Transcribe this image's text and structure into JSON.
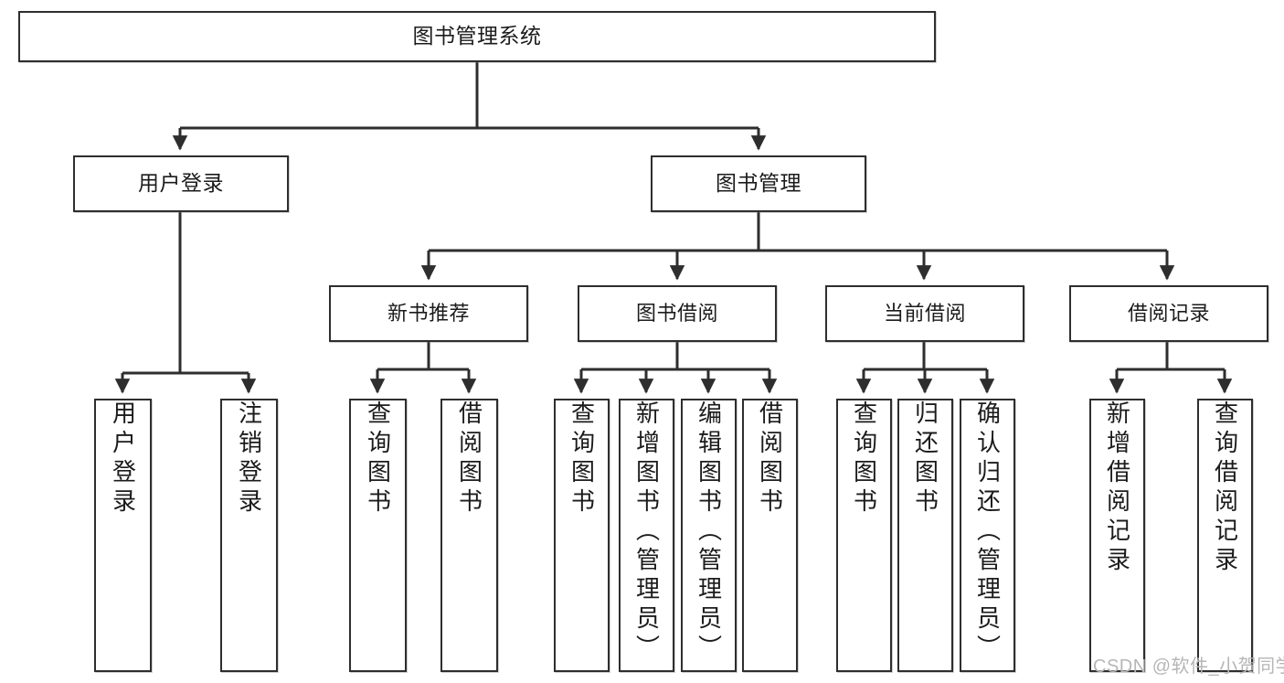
{
  "diagram": {
    "title": "图书管理系统",
    "watermark": "CSDN @软件_小贺同学",
    "colors": {
      "stroke": "#2e2e2e",
      "fill": "#ffffff",
      "text": "#1b1b1b",
      "watermark": "#b6b6b6"
    },
    "nodes": {
      "root": "图书管理系统",
      "l2": {
        "user_login": "用户登录",
        "book_manage": "图书管理"
      },
      "l3": {
        "new_book_rec": "新书推荐",
        "book_borrow": "图书借阅",
        "current_borrow": "当前借阅",
        "borrow_record": "借阅记录"
      },
      "leaves": {
        "user_login_1": "用户登录",
        "user_login_2": "注销登录",
        "new_book_1": "查询图书",
        "new_book_2": "借阅图书",
        "borrow_1": "查询图书",
        "borrow_2": "新增图书（管理员）",
        "borrow_3": "编辑图书（管理员）",
        "borrow_4": "借阅图书",
        "current_1": "查询图书",
        "current_2": "归还图书",
        "current_3": "确认归还（管理员）",
        "record_1": "新增借阅记录",
        "record_2": "查询借阅记录"
      }
    }
  }
}
